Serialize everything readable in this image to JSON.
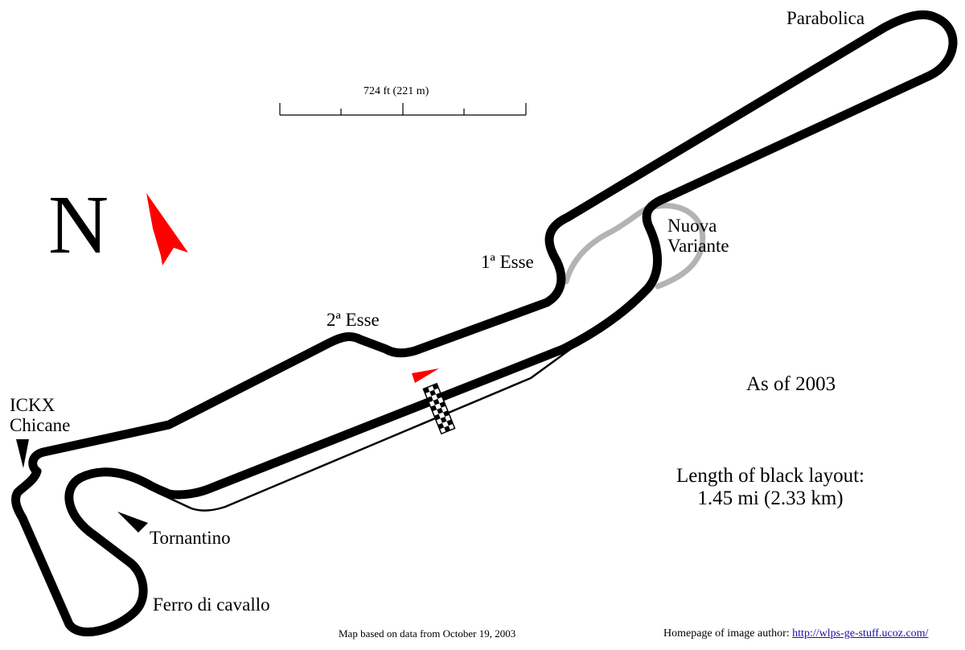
{
  "map": {
    "corners": {
      "parabolica": "Parabolica",
      "nuova_variante_line1": "Nuova",
      "nuova_variante_line2": "Variante",
      "prima_esse": "1ª Esse",
      "seconda_esse": "2ª Esse",
      "ickx_line1": "ICKX",
      "ickx_line2": "Chicane",
      "tornantino": "Tornantino",
      "ferro_di_cavallo": "Ferro di cavallo"
    },
    "scale_label": "724 ft (221 m)",
    "north_label": "N",
    "as_of": "As of 2003",
    "length_line1": "Length of black layout:",
    "length_line2": "1.45 mi (2.33 km)",
    "footer_source": "Map based on data from October 19, 2003",
    "footer_author_label": "Homepage of image author: ",
    "footer_author_url": "http://wlps-ge-stuff.ucoz.com/",
    "colors": {
      "track": "#000000",
      "alternate_layout": "#b3b3b3",
      "arrow": "#ff0000",
      "background": "#ffffff",
      "link": "#1a0dab"
    }
  }
}
